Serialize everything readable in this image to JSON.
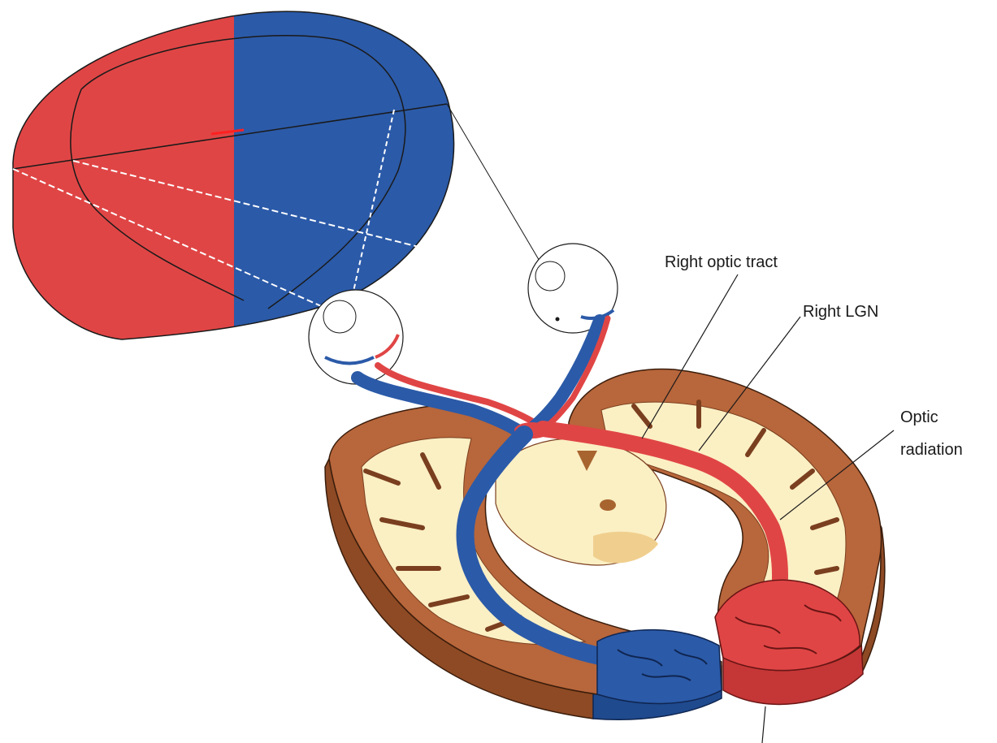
{
  "labels": {
    "right_optic_tract": "Right optic tract",
    "right_lgn": "Right LGN",
    "optic_radiation_line1": "Optic",
    "optic_radiation_line2": "radiation"
  },
  "colors": {
    "left_visual_field": "#e04545",
    "right_visual_field": "#2b5aa8",
    "cortex_gray": "#b8663b",
    "cortex_dark": "#7a3f1f",
    "white_matter": "#fbefc4",
    "background": "#ffffff"
  }
}
